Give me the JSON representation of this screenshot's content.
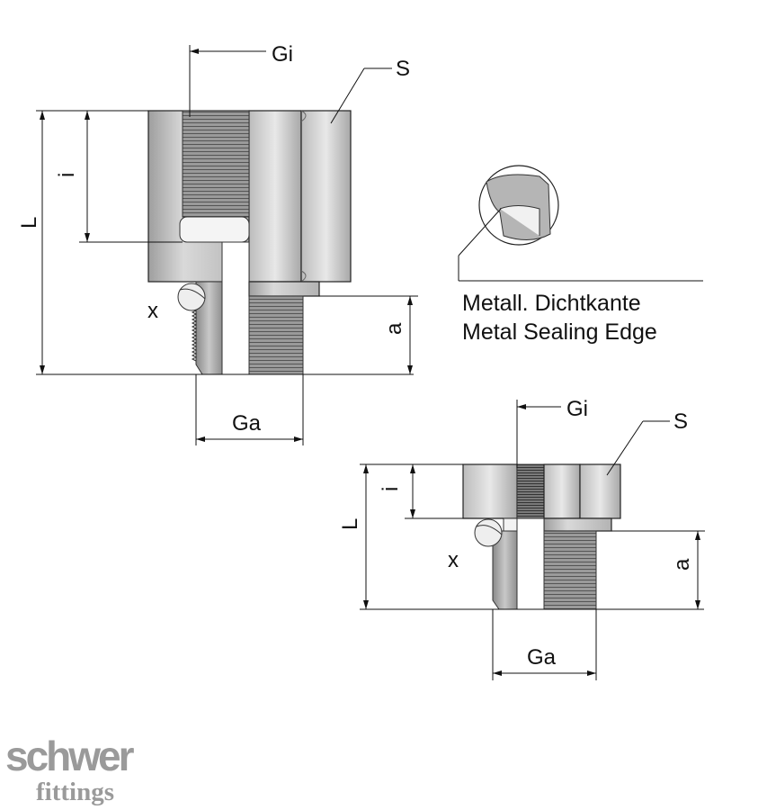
{
  "colors": {
    "steel_light": "#e6e6e6",
    "steel_mid": "#bdbdbd",
    "steel_dark": "#8c8c8c",
    "line": "#111111",
    "logo": "#9a9a9a"
  },
  "drawings": {
    "large": {
      "labels": {
        "gi": "Gi",
        "s": "S",
        "l": "L",
        "i": "i",
        "x": "x",
        "a": "a",
        "ga": "Ga"
      }
    },
    "small": {
      "labels": {
        "gi": "Gi",
        "s": "S",
        "l": "L",
        "i": "i",
        "x": "x",
        "a": "a",
        "ga": "Ga"
      }
    }
  },
  "detail": {
    "label_de": "Metall. Dichtkante",
    "label_en": "Metal Sealing Edge"
  },
  "logo": {
    "name": "schwer",
    "sub": "fittings"
  }
}
